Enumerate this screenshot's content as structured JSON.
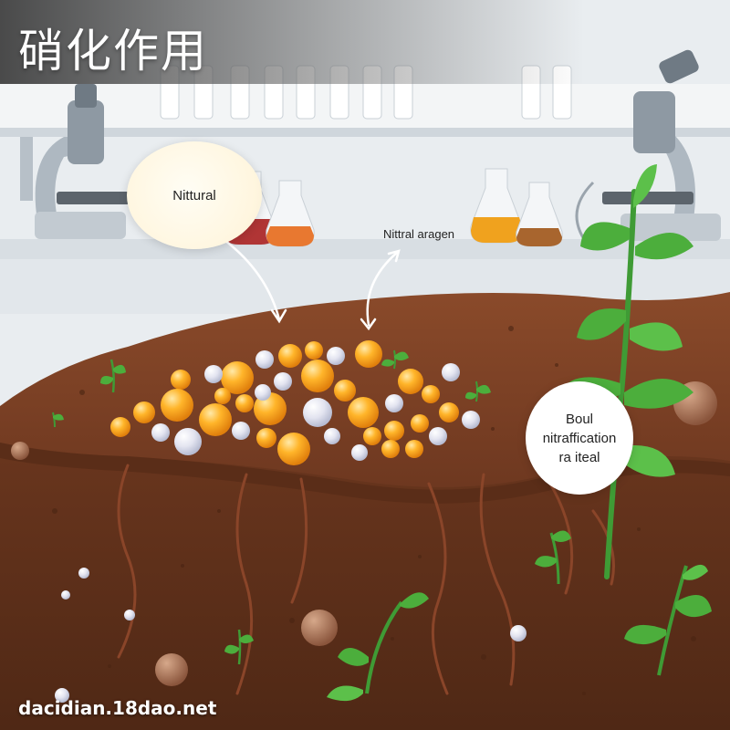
{
  "title": "硝化作用",
  "labels": {
    "bubble_top_left": "Nittural",
    "callout_center": "Nittral aragen",
    "bubble_right_lines": [
      "Boul",
      "nitraffication",
      "ra iteal"
    ]
  },
  "watermark": "dacidian.18dao.net",
  "colors": {
    "soil_top": "#7a3f23",
    "soil_deep": "#5b2e19",
    "pellet_orange": "#f7a21b",
    "pellet_pearl": "#e8e6f2",
    "leaf_green": "#4cae3c",
    "lab_wall": "#e9edf0"
  }
}
